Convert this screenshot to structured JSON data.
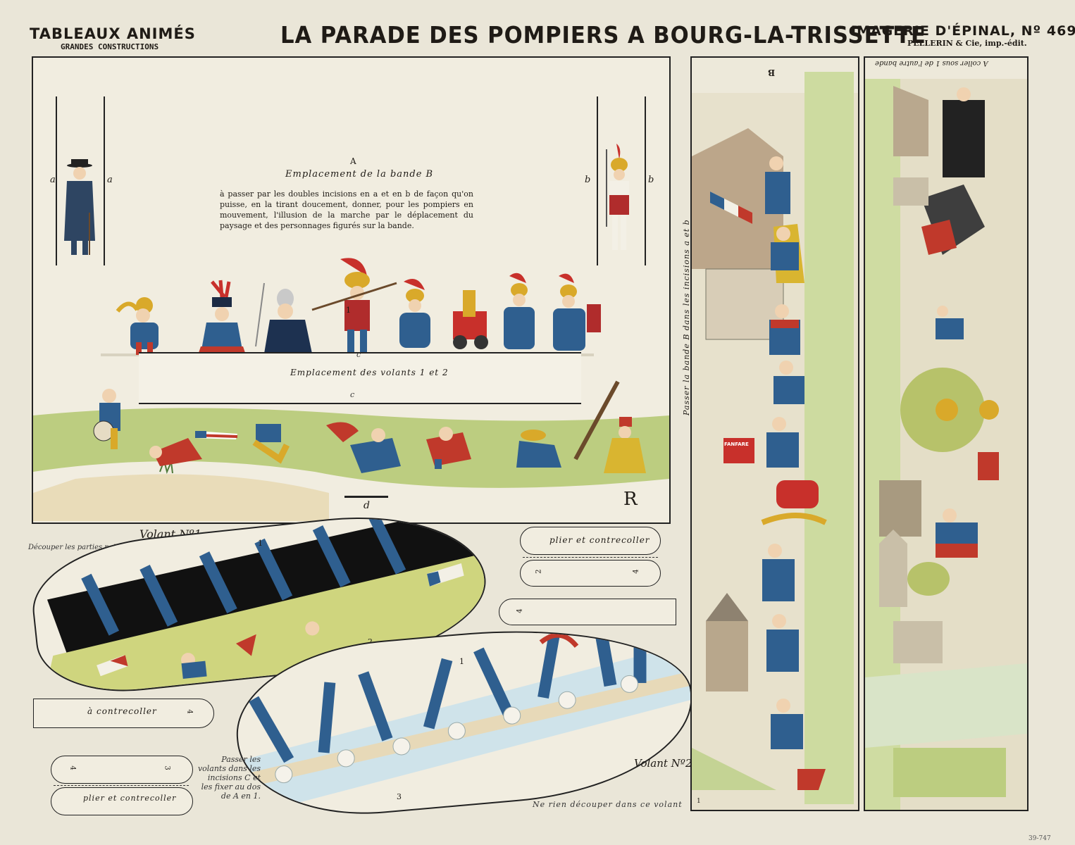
{
  "header": {
    "left_title": "TABLEAUX ANIMÉS",
    "left_subtitle": "GRANDES CONSTRUCTIONS",
    "title": "LA PARADE DES POMPIERS A BOURG-LA-TRISSETTE",
    "right_title": "IMAGERIE D'ÉPINAL, Nº 469",
    "right_subtitle": "PELLERIN & Cie, imp.-édit."
  },
  "panel_a": {
    "letter": "A",
    "emplacement_title": "Emplacement de la bande B",
    "instructions": "à passer par les doubles incisions en a et en b de façon qu'on puisse, en la tirant doucement, donner, pour les pompiers en mouvement, l'illusion de la marche par le déplacement du paysage et des personnages figurés sur la bande.",
    "slot_label_a": "a",
    "slot_label_b": "b",
    "label_c": "c",
    "label_d": "d",
    "label_1": "1",
    "volants_place": "Emplacement des volants 1 et 2",
    "signature": "R"
  },
  "volant1": {
    "title": "Volant Nº1.",
    "note": "Découper les parties noires, entre les jambes",
    "num_1": "1",
    "num_2": "2"
  },
  "volant2": {
    "title": "Volant Nº2",
    "note": "Ne rien découper dans ce volant",
    "num_1": "1",
    "num_3": "3"
  },
  "tabs": {
    "plier_top": "plier et contrecoller",
    "num_2": "2",
    "num_4a": "4",
    "num_4b": "4",
    "contrecoller": "à contrecoller",
    "num_4c": "4",
    "num_4d": "4",
    "num_3": "3",
    "plier_bottom": "plier et contrecoller"
  },
  "passer_note": "Passer les volants dans les incisions C et les fixer au dos de A en 1.",
  "strip_b": {
    "letter": "B",
    "side_note": "Passer la bande B dans les incisions a et b",
    "banner": "FANFARE",
    "num_1": "1"
  },
  "strip_c": {
    "top_note": "A coller sous 1 de l'autre bande"
  },
  "footer_code": "39-747",
  "colors": {
    "uniform_blue": "#2f5f8f",
    "trouser_red": "#c0392b",
    "helmet_gold": "#d9a92a",
    "grass": "#b9c97a",
    "paper": "#eae6d8"
  }
}
